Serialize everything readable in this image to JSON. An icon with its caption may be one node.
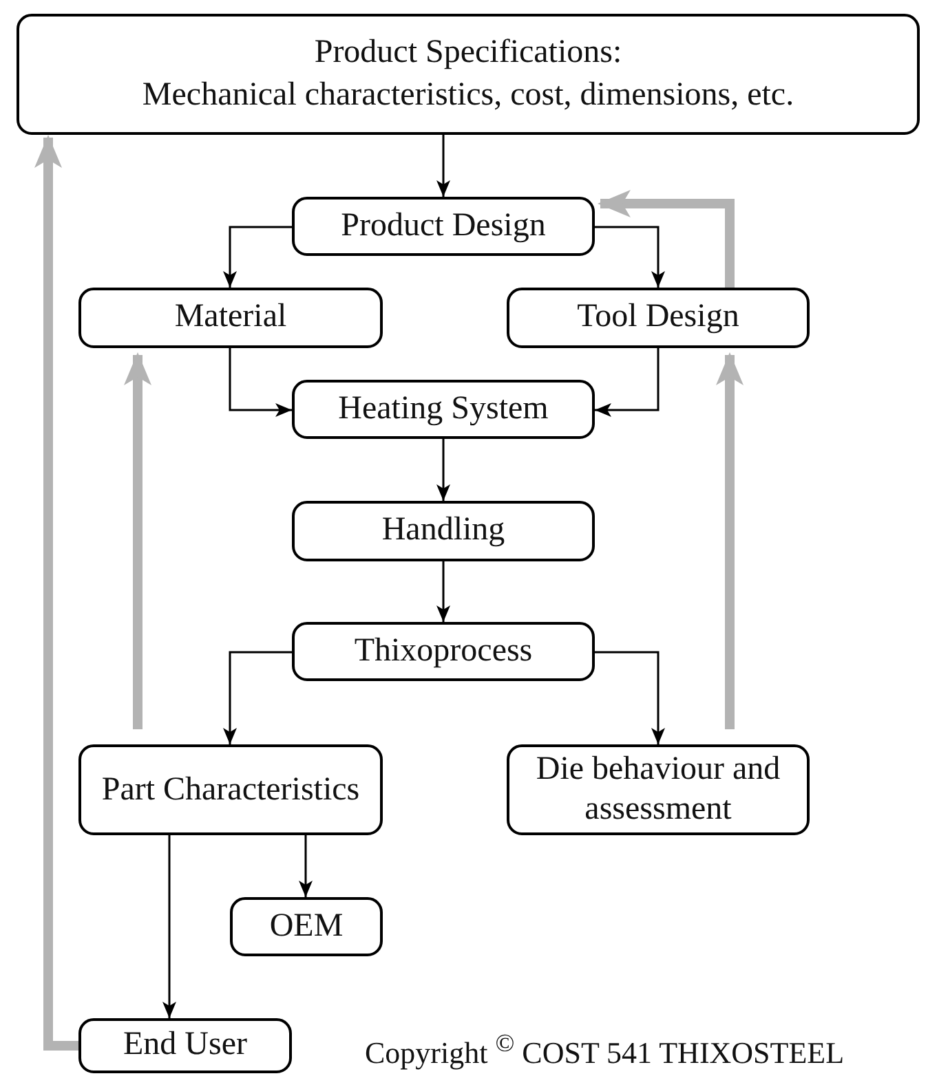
{
  "diagram": {
    "nodes": [
      {
        "text": [
          "Product Specifications:",
          "Mechanical characteristics, cost, dimensions, etc."
        ]
      },
      {
        "text": [
          "Product Design"
        ]
      },
      {
        "text": [
          "Material"
        ]
      },
      {
        "text": [
          "Tool Design"
        ]
      },
      {
        "text": [
          "Heating System"
        ]
      },
      {
        "text": [
          "Handling"
        ]
      },
      {
        "text": [
          "Thixoprocess"
        ]
      },
      {
        "text": [
          "Part Characteristics"
        ]
      },
      {
        "text": [
          "Die behaviour and assessment"
        ]
      },
      {
        "text": [
          "OEM"
        ]
      },
      {
        "text": [
          "End User"
        ]
      }
    ],
    "edges": [
      {
        "from": 0,
        "to": 1,
        "arrow": "to"
      },
      {
        "from": 1,
        "to": 2,
        "arrow": "to"
      },
      {
        "from": 1,
        "to": 3,
        "arrow": "to"
      },
      {
        "from": 2,
        "to": 4,
        "arrow": "to"
      },
      {
        "from": 3,
        "to": 4,
        "arrow": "to"
      },
      {
        "from": 4,
        "to": 5,
        "arrow": "to"
      },
      {
        "from": 5,
        "to": 6,
        "arrow": "to"
      },
      {
        "from": 6,
        "to": 7,
        "arrow": "to"
      },
      {
        "from": 6,
        "to": 8,
        "arrow": "to"
      },
      {
        "from": 7,
        "to": 9,
        "arrow": "to"
      },
      {
        "from": 7,
        "to": 10,
        "arrow": "to"
      },
      {
        "from": 10,
        "to": 0,
        "arrow": "to",
        "style": "thick",
        "color": "#b3b3b3"
      },
      {
        "from": 7,
        "to": 2,
        "arrow": "to",
        "style": "thick",
        "color": "#b3b3b3"
      },
      {
        "from": 8,
        "to": 3,
        "arrow": "to",
        "style": "thick",
        "color": "#b3b3b3"
      },
      {
        "from": 3,
        "to": 1,
        "arrow": "to",
        "style": "thick",
        "color": "#b3b3b3"
      }
    ],
    "labels": [
      "Copyright $^{©}$ COST 541 THIXOSTEEL"
    ]
  }
}
